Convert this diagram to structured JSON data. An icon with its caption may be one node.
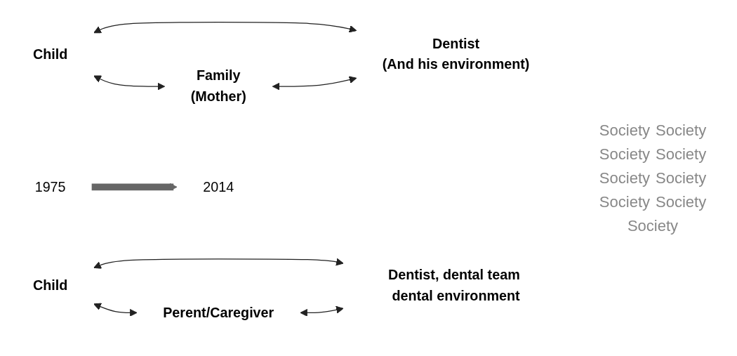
{
  "diagram": {
    "nodes": [
      {
        "text": [
          "Child"
        ]
      },
      {
        "text": [
          "Family",
          "(Mother)"
        ]
      },
      {
        "text": [
          "Dentist",
          "(And his environment)"
        ]
      },
      {
        "text": [
          "Child"
        ]
      },
      {
        "text": [
          "Perent/Caregiver"
        ]
      },
      {
        "text": [
          "Dentist, dental team dental environment"
        ]
      },
      {
        "text": [
          "1975"
        ]
      },
      {
        "text": [
          "2014"
        ]
      }
    ],
    "edges": [
      {
        "from": 0,
        "to": 1,
        "arrow": "both"
      },
      {
        "from": 0,
        "to": 2,
        "arrow": "both"
      },
      {
        "from": 1,
        "to": 2,
        "arrow": "both"
      },
      {
        "from": 3,
        "to": 4,
        "arrow": "both"
      },
      {
        "from": 3,
        "to": 5,
        "arrow": "both"
      },
      {
        "from": 4,
        "to": 5,
        "arrow": "both"
      },
      {
        "from": 6,
        "to": 7,
        "arrow": "to",
        "style": "thick",
        "color": "#666666"
      }
    ],
    "labels": [
      "Society",
      "Society",
      "Society",
      "Society",
      "Society",
      "Society",
      "Society",
      "Society",
      "Society"
    ]
  }
}
